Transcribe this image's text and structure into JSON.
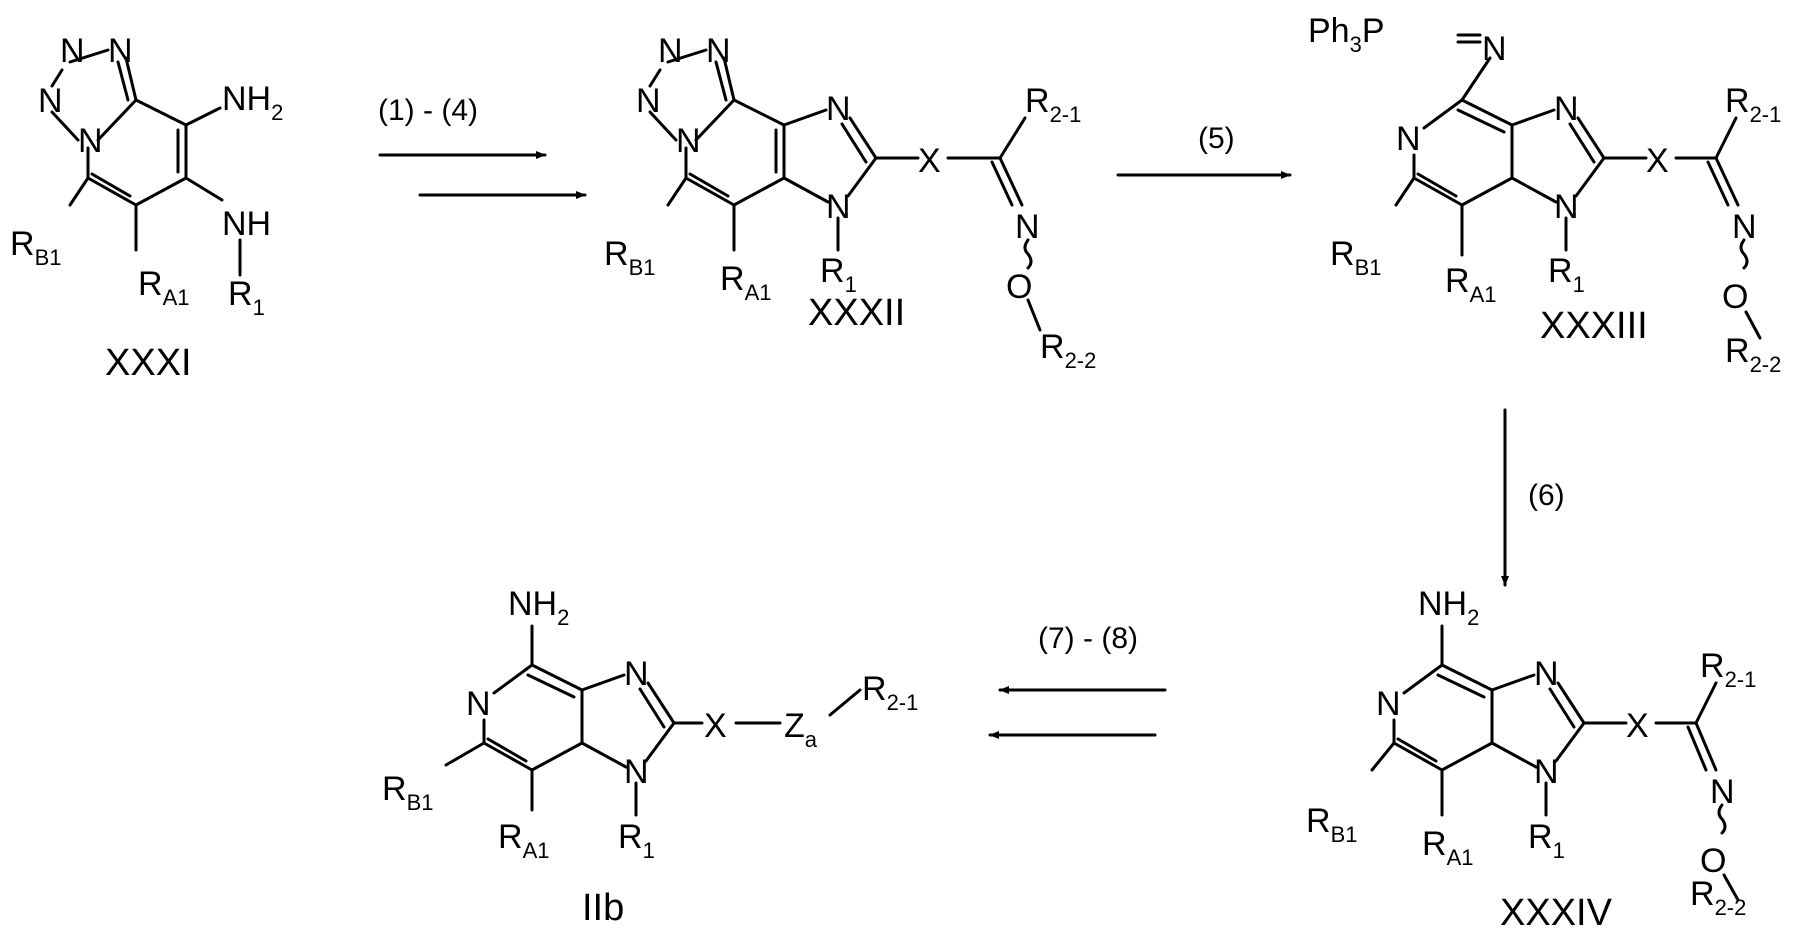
{
  "compounds": {
    "xxxi": {
      "name": "XXXI",
      "atoms": {
        "n1": "N",
        "n2": "N",
        "n3": "N",
        "n4": "N",
        "nh2_main": "NH",
        "nh2_sub": "2",
        "nh_main": "NH",
        "r1_main": "R",
        "r1_sub": "1",
        "rb1_main": "R",
        "rb1_sub": "B1",
        "ra1_main": "R",
        "ra1_sub": "A1"
      }
    },
    "xxxii": {
      "name": "XXXII",
      "atoms": {
        "n1": "N",
        "n2": "N",
        "n3": "N",
        "n4": "N",
        "n5": "N",
        "n6": "N",
        "n7": "N",
        "x": "X",
        "o": "O",
        "r1_main": "R",
        "r1_sub": "1",
        "rb1_main": "R",
        "rb1_sub": "B1",
        "ra1_main": "R",
        "ra1_sub": "A1",
        "r21_main": "R",
        "r21_sub": "2-1",
        "r22_main": "R",
        "r22_sub": "2-2"
      }
    },
    "xxxiii": {
      "name": "XXXIII",
      "atoms": {
        "ph3p_main": "Ph",
        "ph3p_sub": "3",
        "p": "P",
        "n_imine": "N",
        "n_ring": "N",
        "n5": "N",
        "n6": "N",
        "n_ox": "N",
        "x": "X",
        "o": "O",
        "r1_main": "R",
        "r1_sub": "1",
        "rb1_main": "R",
        "rb1_sub": "B1",
        "ra1_main": "R",
        "ra1_sub": "A1",
        "r21_main": "R",
        "r21_sub": "2-1",
        "r22_main": "R",
        "r22_sub": "2-2"
      }
    },
    "xxxiv": {
      "name": "XXXIV",
      "atoms": {
        "nh2_main": "NH",
        "nh2_sub": "2",
        "n_ring": "N",
        "n5": "N",
        "n6": "N",
        "n_ox": "N",
        "x": "X",
        "o": "O",
        "r1_main": "R",
        "r1_sub": "1",
        "rb1_main": "R",
        "rb1_sub": "B1",
        "ra1_main": "R",
        "ra1_sub": "A1",
        "r21_main": "R",
        "r21_sub": "2-1",
        "r22_main": "R",
        "r22_sub": "2-2"
      }
    },
    "iib": {
      "name": "IIb",
      "atoms": {
        "nh2_main": "NH",
        "nh2_sub": "2",
        "n_ring": "N",
        "n5": "N",
        "n6": "N",
        "x": "X",
        "za_main": "Z",
        "za_sub": "a",
        "r1_main": "R",
        "r1_sub": "1",
        "rb1_main": "R",
        "rb1_sub": "B1",
        "ra1_main": "R",
        "ra1_sub": "A1",
        "r21_main": "R",
        "r21_sub": "2-1"
      }
    }
  },
  "steps": {
    "s1": "(1) - (4)",
    "s2": "(5)",
    "s3": "(6)",
    "s4": "(7) - (8)"
  }
}
